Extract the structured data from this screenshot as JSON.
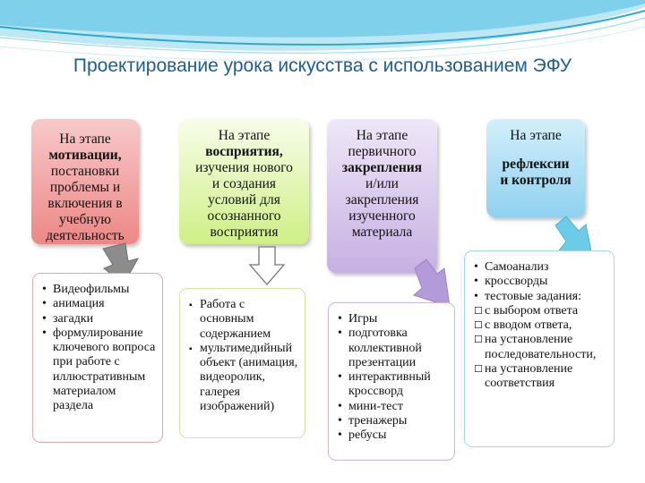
{
  "title": "Проектирование урока искусства с использованием ЭФУ",
  "stages": [
    {
      "lines": [
        {
          "t": "На этапе"
        },
        {
          "t": "мотивации,",
          "b": true
        },
        {
          "t": "постановки"
        },
        {
          "t": "проблемы и"
        },
        {
          "t": "включения в"
        },
        {
          "t": "учебную"
        },
        {
          "t": "деятельность"
        }
      ]
    },
    {
      "lines": [
        {
          "t": "На этапе"
        },
        {
          "t": "восприятия,",
          "b": true
        },
        {
          "t": "изучения нового"
        },
        {
          "t": "и создания"
        },
        {
          "t": "условий для"
        },
        {
          "t": "осознанного"
        },
        {
          "t": "восприятия"
        }
      ]
    },
    {
      "lines": [
        {
          "t": "На этапе"
        },
        {
          "t": "первичного"
        },
        {
          "t": "закрепления",
          "b": true
        },
        {
          "t": "и/или"
        },
        {
          "t": "закрепления"
        },
        {
          "t": "изученного"
        },
        {
          "t": "материала"
        }
      ]
    },
    {
      "lines": [
        {
          "t": "На этапе"
        },
        {
          "t": ""
        },
        {
          "t": "рефлексии",
          "b": true
        },
        {
          "t": "и контроля",
          "b": true
        }
      ]
    }
  ],
  "panels": [
    [
      "Видеофильмы",
      "анимация",
      "загадки",
      "формулирование ключевого вопроса при работе с иллюстративным материалом раздела"
    ],
    [
      "Работа с основным содержанием",
      "мультимедийный объект (анимация, видеоролик, галерея изображений)"
    ],
    [
      "Игры",
      "подготовка коллективной презентации",
      "интерактивный кроссворд",
      "мини-тест",
      "тренажеры",
      "ребусы"
    ],
    [
      "Самоанализ",
      "кроссворды",
      "тестовые задания:",
      "с выбором ответа",
      "с вводом ответа,",
      "на установление последовательности,",
      "на установление соответствия"
    ]
  ],
  "colors": {
    "title": "#1f5d8f",
    "wave": "#5bc0de",
    "arrow_gray": "#8c8c8c",
    "arrow_purple": "#b39ad8",
    "arrow_teal": "#6ccbe6"
  }
}
